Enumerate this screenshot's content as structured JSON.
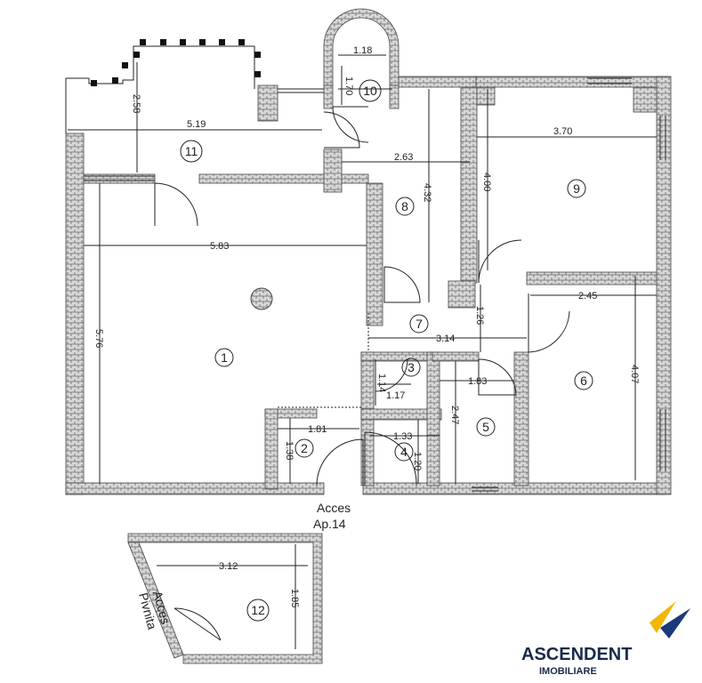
{
  "rooms": [
    {
      "id": "r1",
      "label": "1"
    },
    {
      "id": "r2",
      "label": "2"
    },
    {
      "id": "r3",
      "label": "3"
    },
    {
      "id": "r4",
      "label": "4"
    },
    {
      "id": "r5",
      "label": "5"
    },
    {
      "id": "r6",
      "label": "6"
    },
    {
      "id": "r7",
      "label": "7"
    },
    {
      "id": "r8",
      "label": "8"
    },
    {
      "id": "r9",
      "label": "9"
    },
    {
      "id": "r10",
      "label": "10"
    },
    {
      "id": "r11",
      "label": "11"
    },
    {
      "id": "r12",
      "label": "12"
    }
  ],
  "dimensions": {
    "d_1_18": "1.18",
    "d_1_70": "1.70",
    "d_2_58": "2.58",
    "d_5_19": "5.19",
    "d_2_63": "2.63",
    "d_4_32": "4.32",
    "d_4_00": "4.00",
    "d_3_70": "3.70",
    "d_5_83": "5.83",
    "d_5_76": "5.76",
    "d_2_45": "2.45",
    "d_1_26": "1.26",
    "d_3_14": "3.14",
    "d_1_14": "1.14",
    "d_1_17": "1.17",
    "d_1_83": "1.83",
    "d_4_07": "4.07",
    "d_1_81": "1.81",
    "d_1_38": "1.38",
    "d_1_33": "1.33",
    "d_1_20": "1.20",
    "d_2_47": "2.47",
    "d_3_12": "3.12",
    "d_1_85": "1.85"
  },
  "labels": {
    "access_line1": "Acces",
    "access_line2": "Ap.14",
    "cellar_line1": "Acces",
    "cellar_line2": "Pivnita"
  },
  "logo": {
    "brand": "ASCENDENT",
    "sub": "IMOBILIARE"
  },
  "colors": {
    "wall": "#555555",
    "brick": "#8a8a8a",
    "line": "#222222",
    "logo_accent": "#f2b705",
    "logo_blue": "#1a3a7a"
  }
}
